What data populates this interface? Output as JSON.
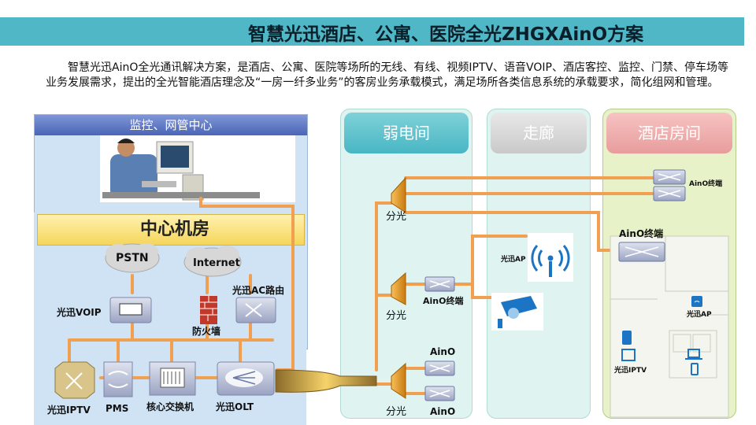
{
  "title": "智慧光迅酒店、公寓、医院全光ZHGXAinO方案",
  "intro": "智慧光迅AinO全光通讯解决方案，是酒店、公寓、医院等场所的无线、有线、视频IPTV、语音VOIP、酒店客控、监控、门禁、停车场等业务发展需求，提出的全光智能酒店理念及“一房一纤多业务”的客房业务承载模式，满足场所各类信息系统的承载要求，简化组网和管理。",
  "colors": {
    "accent": "#4fb7c6",
    "fiber": "#f0a050"
  },
  "monitor_center": {
    "title": "监控、网管中心"
  },
  "server_room": {
    "title": "中心机房",
    "pstn": "PSTN",
    "internet": "Internet",
    "voip": "光迅VOIP",
    "firewall": "防火墙",
    "ac_router": "光迅AC路由",
    "iptv": "光迅IPTV",
    "pms": "PMS",
    "core_switch": "核心交换机",
    "olt": "光迅OLT"
  },
  "weak_room": {
    "title": "弱电间",
    "splitter_1": "分光",
    "splitter_2": "分光",
    "splitter_3": "分光",
    "aino_terminal": "AinO终端",
    "aino_1": "AinO",
    "aino_2": "AinO"
  },
  "corridor": {
    "title": "走廊",
    "ap": "光迅AP"
  },
  "hotel_room": {
    "title": "酒店房间",
    "aino_terminal_top": "AinO终端",
    "aino_terminal": "AinO终端",
    "ap": "光迅AP",
    "iptv": "光迅IPTV"
  }
}
